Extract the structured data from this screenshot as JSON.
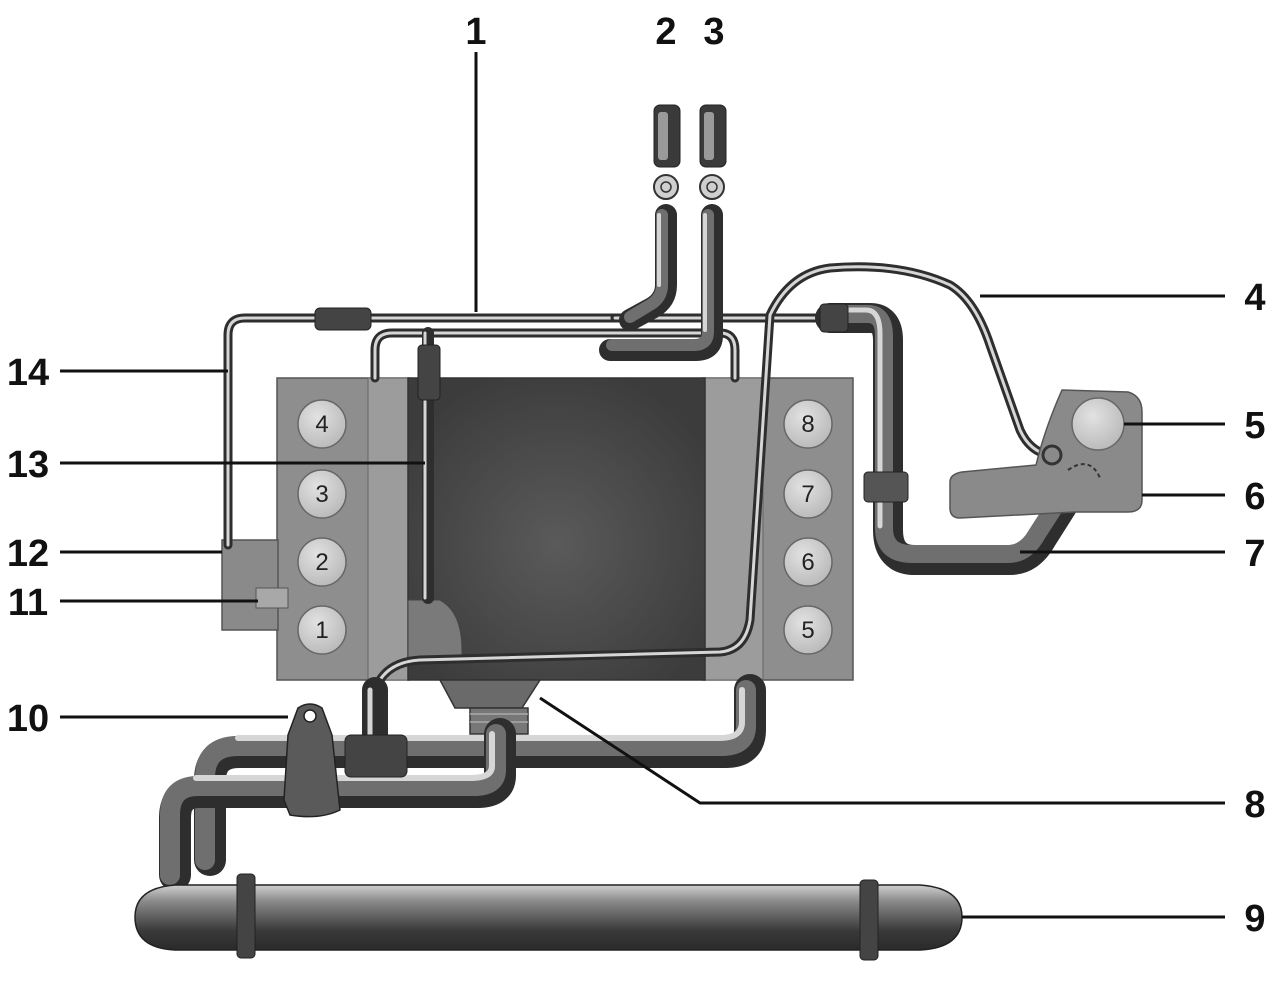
{
  "callouts": {
    "c1": "1",
    "c2": "2",
    "c3": "3",
    "c4": "4",
    "c5": "5",
    "c6": "6",
    "c7": "7",
    "c8": "8",
    "c9": "9",
    "c10": "10",
    "c11": "11",
    "c12": "12",
    "c13": "13",
    "c14": "14"
  },
  "cylinders": {
    "left": [
      "4",
      "3",
      "2",
      "1"
    ],
    "right": [
      "8",
      "7",
      "6",
      "5"
    ]
  },
  "colors": {
    "block": "#8e8e8e",
    "plenum": "#4a4a4a",
    "pipe": "#3a3a3a",
    "cylinder": "#cfcfcf",
    "ink": "#111111"
  }
}
